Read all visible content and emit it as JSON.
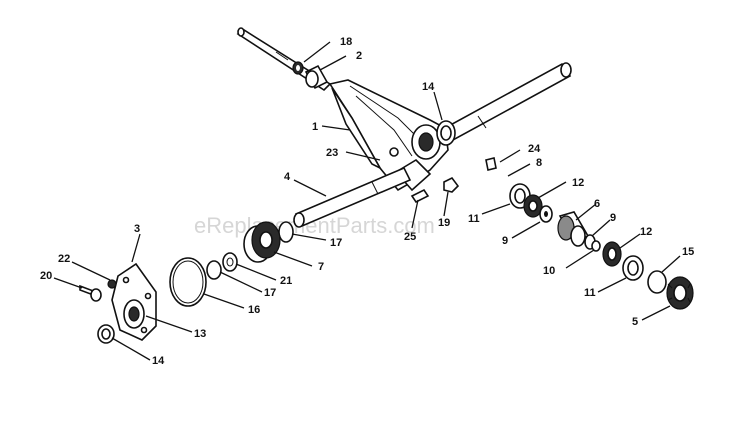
{
  "watermark": "eReplacementParts.com",
  "callouts": [
    "1",
    "2",
    "3",
    "4",
    "5",
    "6",
    "7",
    "8",
    "9",
    "9",
    "10",
    "11",
    "11",
    "12",
    "12",
    "13",
    "14",
    "14",
    "15",
    "16",
    "17",
    "17",
    "18",
    "19",
    "20",
    "21",
    "22",
    "23",
    "24",
    "25"
  ]
}
